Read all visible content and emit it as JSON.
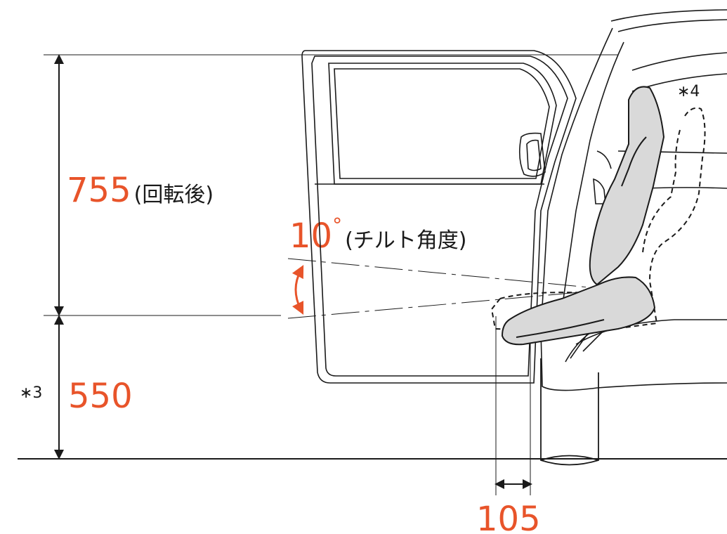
{
  "colors": {
    "accent": "#e8542a",
    "line": "#1a1a1a",
    "seat_fill": "#d9d9d9"
  },
  "dimensions": {
    "height_after_rotation": {
      "value": "755",
      "note": "(回転後)"
    },
    "tilt_angle": {
      "value": "10",
      "unit": "°",
      "note": "(チルト角度)"
    },
    "seat_height": {
      "marker": "∗3",
      "value": "550"
    },
    "horizontal_offset": {
      "value": "105"
    },
    "seat_marker": "∗4"
  }
}
